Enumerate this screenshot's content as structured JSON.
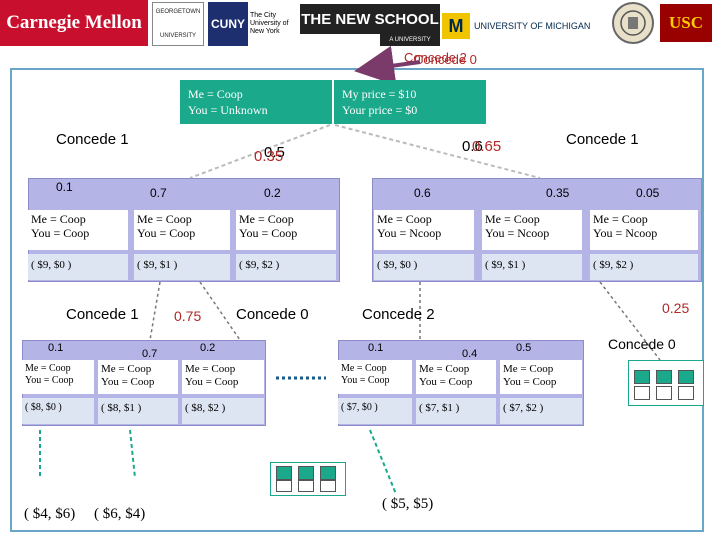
{
  "logos": {
    "cmu": "Carnegie Mellon",
    "gt_top": "GEORGETOWN",
    "gt_bottom": "UNIVERSITY",
    "cuny": "CUNY",
    "cuny_sub": "The City University of New York",
    "newschool": "THE NEW SCHOOL",
    "newschool_sub": "A UNIVERSITY",
    "umich": "UNIVERSITY OF MICHIGAN",
    "usc": "USC"
  },
  "top_label": {
    "text_a": "Concede 2",
    "text_b": "Concede 0"
  },
  "root": {
    "left_line1": "Me = Coop",
    "left_line2": "You = Unknown",
    "right_line1": "My price = $10",
    "right_line2": "Your price = $0"
  },
  "level1": {
    "concede_left": "Concede 1",
    "concede_right": "Concede 1",
    "prob_left_a": "0.5",
    "prob_left_b": "0.35",
    "prob_right_a": "0.6",
    "prob_right_b": "0.65"
  },
  "coop_panel": {
    "probs": [
      "0.1",
      "0.7",
      "0.2"
    ],
    "types": [
      {
        "me": "Me = Coop",
        "you": "You = Coop",
        "price": "( $9,  $0 )"
      },
      {
        "me": "Me = Coop",
        "you": "You = Coop",
        "price": "( $9, $1 )"
      },
      {
        "me": "Me = Coop",
        "you": "You = Coop",
        "price": "( $9, $2 )"
      }
    ]
  },
  "ncoop_panel": {
    "probs": [
      "0.6",
      "0.35",
      "0.05"
    ],
    "types": [
      {
        "me": "Me = Coop",
        "you": "You = Ncoop",
        "price": "( $9, $0 )"
      },
      {
        "me": "Me = Coop",
        "you": "You = Ncoop",
        "price": "( $9, $1 )"
      },
      {
        "me": "Me = Coop",
        "you": "You = Ncoop",
        "price": "( $9, $2 )"
      }
    ]
  },
  "level2": {
    "concede_1": "Concede 1",
    "prob_075": "0.75",
    "concede_0": "Concede 0",
    "concede_2": "Concede 2",
    "prob_025": "0.25",
    "concede_0_right": "Concede 0"
  },
  "bottom_left_panel": {
    "probs": [
      "0.1",
      "0.7",
      "0.2"
    ],
    "types": [
      {
        "me": "Me = Coop",
        "you": "You = Coop",
        "price": "( $8, $0 )"
      },
      {
        "me": "Me = Coop",
        "you": "You = Coop",
        "price": "( $8, $1 )"
      },
      {
        "me": "Me = Coop",
        "you": "You = Coop",
        "price": "( $8, $2 )"
      }
    ]
  },
  "bottom_mid_panel": {
    "probs": [
      "0.1",
      "0.4",
      "0.5"
    ],
    "types": [
      {
        "me": "Me = Coop",
        "you": "You = Coop",
        "price": "( $7, $0 )"
      },
      {
        "me": "Me = Coop",
        "you": "You = Coop",
        "price": "( $7, $1 )"
      },
      {
        "me": "Me = Coop",
        "you": "You = Coop",
        "price": "( $7, $2 )"
      }
    ]
  },
  "outcomes": {
    "left": "( $4, $6)",
    "left2": "( $6, $4)",
    "mid": "( $5, $5)"
  },
  "colors": {
    "teal": "#1aa98a",
    "panel": "#b4b4e6",
    "frame": "#6aa6c8",
    "arrow": "#7a3a6a",
    "red_text": "#b02828"
  }
}
